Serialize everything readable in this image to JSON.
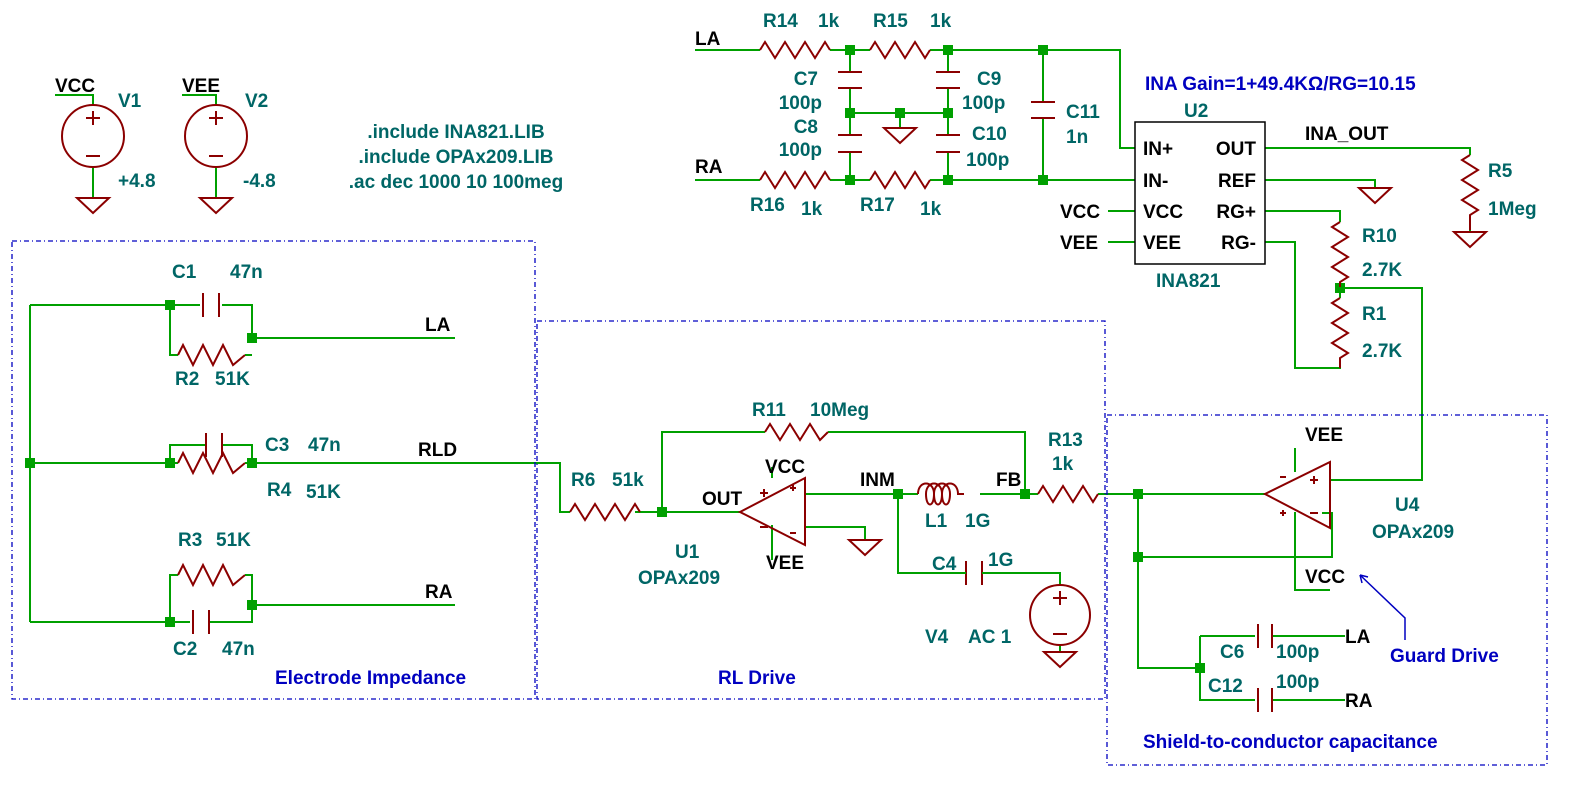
{
  "directives": [
    ".include INA821.LIB",
    ".include OPAx209.LIB",
    ".ac dec 1000 10 100meg"
  ],
  "sources": {
    "v1": {
      "ref": "V1",
      "net": "VCC",
      "value": "+4.8"
    },
    "v2": {
      "ref": "V2",
      "net": "VEE",
      "value": "-4.8"
    },
    "v4": {
      "ref": "V4",
      "value": "AC 1"
    }
  },
  "resistors": {
    "r14": {
      "ref": "R14",
      "value": "1k"
    },
    "r15": {
      "ref": "R15",
      "value": "1k"
    },
    "r16": {
      "ref": "R16",
      "value": "1k"
    },
    "r17": {
      "ref": "R17",
      "value": "1k"
    },
    "r5": {
      "ref": "R5",
      "value": "1Meg"
    },
    "r10": {
      "ref": "R10",
      "value": "2.7K"
    },
    "r1": {
      "ref": "R1",
      "value": "2.7K"
    },
    "r2": {
      "ref": "R2",
      "value": "51K"
    },
    "r3": {
      "ref": "R3",
      "value": "51K"
    },
    "r4": {
      "ref": "R4",
      "value": "51K"
    },
    "r6": {
      "ref": "R6",
      "value": "51k"
    },
    "r11": {
      "ref": "R11",
      "value": "10Meg"
    },
    "r13": {
      "ref": "R13",
      "value": "1k"
    }
  },
  "capacitors": {
    "c7": {
      "ref": "C7",
      "value": "100p"
    },
    "c8": {
      "ref": "C8",
      "value": "100p"
    },
    "c9": {
      "ref": "C9",
      "value": "100p"
    },
    "c10": {
      "ref": "C10",
      "value": "100p"
    },
    "c11": {
      "ref": "C11",
      "value": "1n"
    },
    "c1": {
      "ref": "C1",
      "value": "47n"
    },
    "c2": {
      "ref": "C2",
      "value": "47n"
    },
    "c3": {
      "ref": "C3",
      "value": "47n"
    },
    "c4": {
      "ref": "C4",
      "value": "1G"
    },
    "c6": {
      "ref": "C6",
      "value": "100p"
    },
    "c12": {
      "ref": "C12",
      "value": "100p"
    }
  },
  "inductors": {
    "l1": {
      "ref": "L1",
      "value": "1G"
    }
  },
  "ina": {
    "ref": "U2",
    "part": "INA821",
    "pins": {
      "in_p": "IN+",
      "in_n": "IN-",
      "vcc": "VCC",
      "vee": "VEE",
      "out": "OUT",
      "ref": "REF",
      "rg_p": "RG+",
      "rg_n": "RG-"
    },
    "gain_note": "INA Gain=1+49.4KΩ/RG=10.15"
  },
  "opamps": {
    "u1": {
      "ref": "U1",
      "part": "OPAx209"
    },
    "u4": {
      "ref": "U4",
      "part": "OPAx209"
    }
  },
  "nets": {
    "la": "LA",
    "ra": "RA",
    "vcc": "VCC",
    "vee": "VEE",
    "ina_out": "INA_OUT",
    "rld": "RLD",
    "out": "OUT",
    "inm": "INM",
    "fb": "FB"
  },
  "blocks": {
    "electrode": "Electrode Impedance",
    "rl_drive": "RL Drive",
    "shield": "Shield-to-conductor capacitance",
    "guard": "Guard Drive"
  },
  "colors": {
    "wire": "#00A000",
    "component": "#8B0000",
    "label": "#006666",
    "annotation": "#0000C0",
    "net": "#000000"
  }
}
